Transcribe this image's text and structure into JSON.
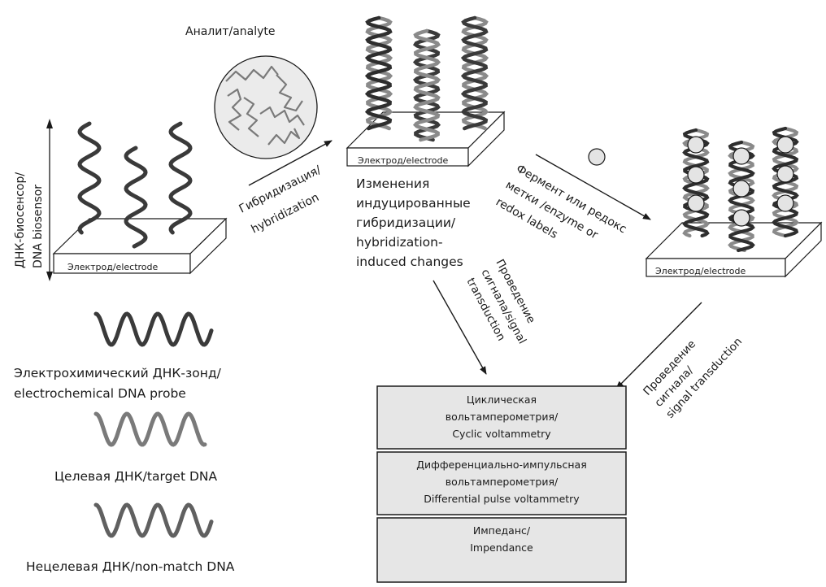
{
  "title": "DNA biosensor electrochemical detection scheme",
  "colors": {
    "probe_strand": "#3a3a3a",
    "target_strand": "#7a7a7a",
    "nonmatch_strand": "#606060",
    "analyte_fill": "#ebebeb",
    "label_fill": "#e4e4e4",
    "box_fill": "#e6e6e6",
    "line": "#1a1a1a"
  },
  "stage1": {
    "side_label_line1": "ДНК-биосенсор/",
    "side_label_line2": "DNA biosensor",
    "electrode_label": "Электрод/electrode"
  },
  "analyte": {
    "label": "Аналит/analyte"
  },
  "arrow_hybridization": {
    "line1": "Гибридизация/",
    "line2": "hybridization"
  },
  "stage2": {
    "electrode_label": "Электрод/electrode",
    "caption_lines": [
      "Изменения",
      "индуцированные",
      "гибридизации/",
      "hybridization-",
      "induced changes"
    ]
  },
  "arrow_labels": {
    "line1": "Фермент или редокс",
    "line2": "метки /enzyme or",
    "line3": "redox labels"
  },
  "stage3": {
    "electrode_label": "Электрод/electrode"
  },
  "arrow_signal_left": {
    "line1": "Проведение",
    "line2": "сигнала/signal",
    "line3": "transduction"
  },
  "arrow_signal_right": {
    "line1": "Проведение",
    "line2": "сигнала/",
    "line3": "signal transduction"
  },
  "methods": [
    {
      "lines": [
        "Циклическая",
        "вольтамперометрия/",
        "Cyclic voltammetry"
      ]
    },
    {
      "lines": [
        "Дифференциально-импульсная",
        "вольтамперометрия/",
        "Differential pulse voltammetry"
      ]
    },
    {
      "lines": [
        "Импеданс/",
        "Impendance"
      ]
    }
  ],
  "legend": [
    {
      "line1": "Электрохимический ДНК-зонд/",
      "line2": "electrochemical DNA probe"
    },
    {
      "line1": "Целевая ДНК/target DNA"
    },
    {
      "line1": "Нецелевая ДНК/non-match DNA"
    }
  ]
}
